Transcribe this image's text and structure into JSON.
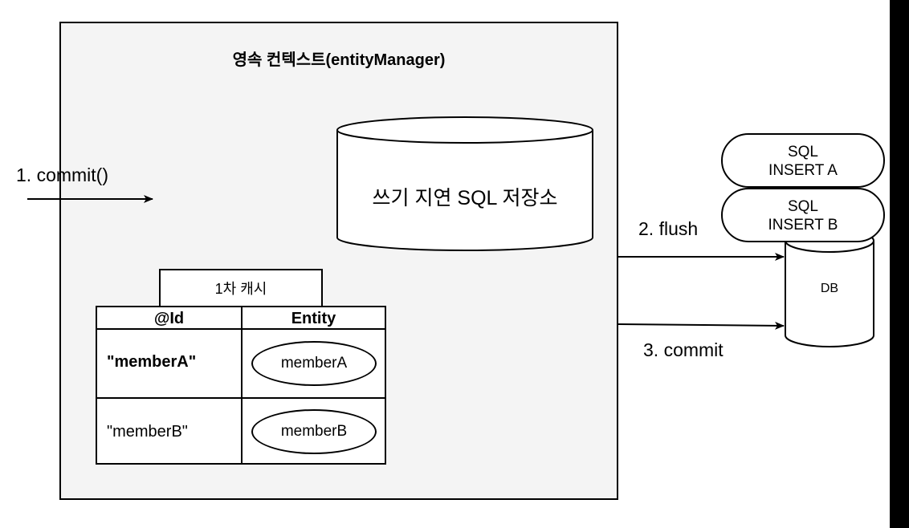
{
  "persistence_context": {
    "title": "영속 컨텍스트(entityManager)",
    "sql_store_label": "쓰기 지연 SQL 저장소"
  },
  "first_level_cache": {
    "tab_label": "1차 캐시",
    "columns": [
      "@Id",
      "Entity"
    ],
    "rows": [
      {
        "id": "\"memberA\"",
        "entity": "memberA"
      },
      {
        "id": "\"memberB\"",
        "entity": "memberB"
      }
    ]
  },
  "steps": {
    "commit_in": "1. commit()",
    "flush": "2. flush",
    "commit_out": "3. commit"
  },
  "database": {
    "label": "DB",
    "sql_statements": [
      {
        "line1": "SQL",
        "line2": "INSERT A"
      },
      {
        "line1": "SQL",
        "line2": "INSERT B"
      }
    ]
  }
}
